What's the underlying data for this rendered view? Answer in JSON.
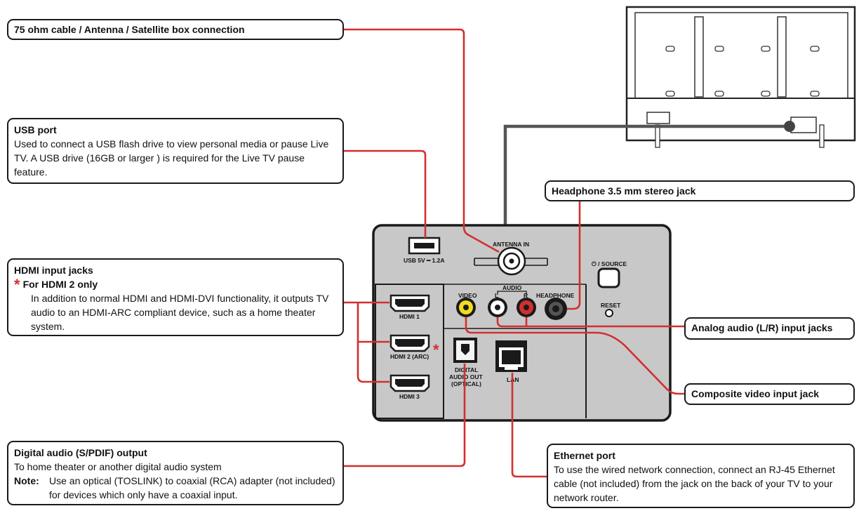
{
  "callouts": {
    "antenna": {
      "title": "75 ohm cable / Antenna / Satellite box connection"
    },
    "usb": {
      "title": "USB port",
      "body": "Used to connect a USB flash drive to view personal media or pause Live TV. A USB drive (16GB or larger ) is required for the Live TV pause feature."
    },
    "hdmi": {
      "title": "HDMI input jacks",
      "subtitle": "For HDMI 2 only",
      "body": "In addition to normal HDMI and HDMI-DVI functionality, it outputs TV audio to an HDMI-ARC compliant device, such as a home theater system."
    },
    "digital": {
      "title": "Digital audio (S/PDIF) output",
      "body": "To home theater or another digital audio system",
      "note_label": "Note:",
      "note": "Use an optical (TOSLINK) to coaxial (RCA) adapter (not included) for devices which only have a coaxial input."
    },
    "headphone": {
      "title": "Headphone 3.5 mm stereo jack"
    },
    "analog": {
      "title": "Analog audio (L/R) input jacks"
    },
    "composite": {
      "title": "Composite video input jack"
    },
    "ethernet": {
      "title": "Ethernet port",
      "body": "To use the wired network connection, connect an RJ-45 Ethernet cable (not included) from the jack on the back of your TV to your network router."
    }
  },
  "panel": {
    "usb_label": "USB 5V ━ 1.2A",
    "antenna_label": "ANTENNA IN",
    "hdmi1": "HDMI 1",
    "hdmi2": "HDMI 2 (ARC)",
    "hdmi3": "HDMI 3",
    "video": "VIDEO",
    "audio": "AUDIO",
    "left": "L",
    "right": "R",
    "headphone": "HEADPHONE",
    "source": "⏻ / SOURCE",
    "reset": "RESET",
    "optical1": "DIGITAL",
    "optical2": "AUDIO OUT",
    "optical3": "(OPTICAL)",
    "lan": "LAN"
  },
  "colors": {
    "wire": "#d32f2f",
    "panel": "#c8c8c8",
    "border": "#1a1a1a",
    "star": "#d32f2f"
  }
}
